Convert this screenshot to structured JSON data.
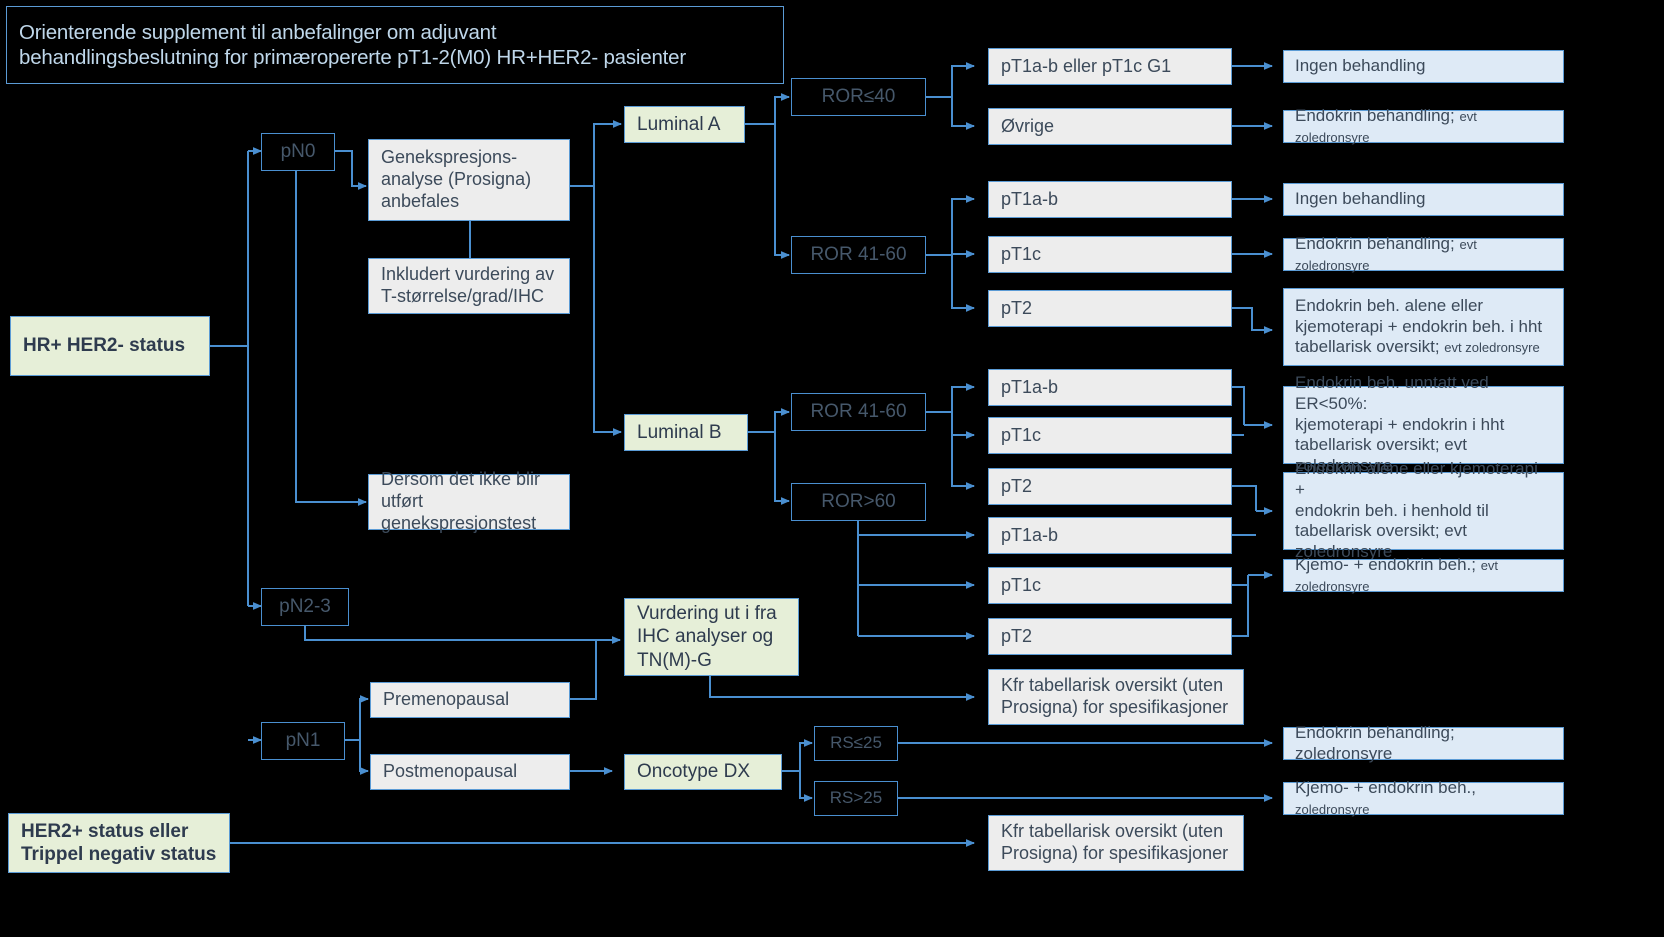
{
  "title": {
    "line1": "Orienterende supplement til anbefalinger om adjuvant",
    "line2": "behandlingsbeslutning  for primæropererte pT1-2(M0) HR+HER2- pasienter"
  },
  "entry": {
    "hr_her2": "HR+ HER2- status",
    "her2_trippel_line1": "HER2+ status eller",
    "her2_trippel_line2": "Trippel negativ status"
  },
  "nodes": {
    "pn0": "pN0",
    "pn23": "pN2-3",
    "pn1": "pN1",
    "genekspresjon_line1": "Genekspresjons-",
    "genekspresjon_line2": "analyse (Prosigna)",
    "genekspresjon_line3": "anbefales",
    "inkludert_line1": "Inkludert vurdering av",
    "inkludert_line2": "T-størrelse/grad/IHC",
    "dersom_line1": "Dersom det ikke blir",
    "dersom_line2": "utført genekspresjonstest",
    "vurdering_line1": "Vurdering ut i fra",
    "vurdering_line2": "IHC analyser og",
    "vurdering_line3": "TN(M)-G",
    "premenopausal": "Premenopausal",
    "postmenopausal": "Postmenopausal",
    "oncotype": "Oncotype DX",
    "luminal_a": "Luminal A",
    "luminal_b": "Luminal B"
  },
  "ror": {
    "ror_le40": "ROR≤40",
    "ror_41_60_a": "ROR 41-60",
    "ror_41_60_b": "ROR 41-60",
    "ror_gt60": "ROR>60"
  },
  "rs": {
    "rs_le25": "RS≤25",
    "rs_gt25": "RS>25"
  },
  "stage": {
    "pt1ab_eller_pt1c_g1": "pT1a-b eller pT1c G1",
    "ovrige": "Øvrige",
    "a_pt1ab": "pT1a-b",
    "a_pt1c": "pT1c",
    "a_pt2": "pT2",
    "b_pt1ab": "pT1a-b",
    "b_pt1c": "pT1c",
    "b_pt2": "pT2",
    "c_pt1ab": "pT1a-b",
    "c_pt1c": "pT1c",
    "c_pt2": "pT2"
  },
  "outcomes": {
    "ingen_behandling_1": "Ingen behandling",
    "endokrin_evt_zol_1_main": "Endokrin behandling;",
    "endokrin_evt_zol_1_small": "evt zoledronsyre",
    "ingen_behandling_2": "Ingen behandling",
    "endokrin_evt_zol_2_main": "Endokrin behandling;",
    "endokrin_evt_zol_2_small": "evt zoledronsyre",
    "endokrin_alene_kjemo_line1": "Endokrin beh. alene eller",
    "endokrin_alene_kjemo_line2": "kjemoterapi + endokrin beh. i hht",
    "endokrin_alene_kjemo_line3_main": "tabellarisk oversikt;",
    "endokrin_alene_kjemo_line3_small": "evt zoledronsyre",
    "endokrin_unntatt_line1": "Endokrin beh. unntatt ved ER<50%:",
    "endokrin_unntatt_line2": "kjemoterapi + endokrin i hht",
    "endokrin_unntatt_line3": "tabellarisk oversikt; evt zoledronsyre",
    "endokrin_alene_eller_line1": "Endokrin alene eller kjemoterapi +",
    "endokrin_alene_eller_line2": "endokrin beh. i henhold til",
    "endokrin_alene_eller_line3": "tabellarisk oversikt; evt zoledronsyre",
    "kjemo_endokrin_main": "Kjemo- + endokrin beh.;",
    "kjemo_endokrin_small": "evt zoledronsyre",
    "kfr_tabellarisk_1_line1": "Kfr tabellarisk oversikt (uten",
    "kfr_tabellarisk_1_line2": "Prosigna) for spesifikasjoner",
    "endokrin_zoledronsyre": "Endokrin behandling; zoledronsyre",
    "kjemo_endokrin_zol_main": "Kjemo- + endokrin beh.,",
    "kjemo_endokrin_zol_small": "zoledronsyre",
    "kfr_tabellarisk_2_line1": "Kfr tabellarisk oversikt (uten",
    "kfr_tabellarisk_2_line2": "Prosigna)  for spesifikasjoner"
  },
  "colors": {
    "background": "#000000",
    "connector": "#4A8FD0",
    "border_blue": "#5B9BD5",
    "green_fill": "#E6EFD8",
    "gray_fill": "#EDEDED",
    "blue_fill": "#DEEAF6",
    "title_text": "#BFD7EA",
    "body_text": "#3C4A5A"
  }
}
